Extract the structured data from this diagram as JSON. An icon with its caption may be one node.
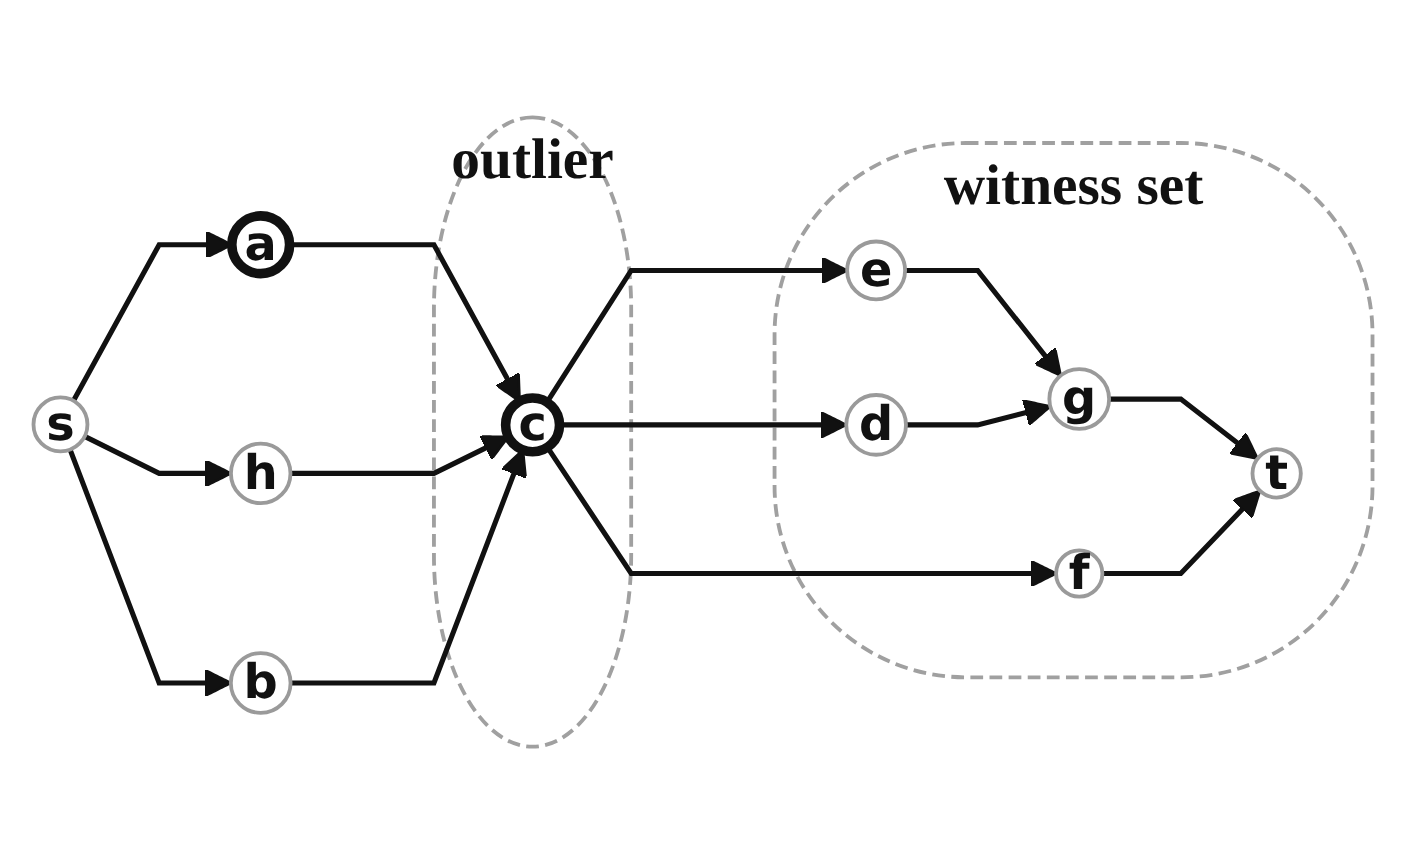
{
  "diagram": {
    "nodes": [
      {
        "text": [
          "s"
        ]
      },
      {
        "text": [
          "a"
        ]
      },
      {
        "text": [
          "h"
        ]
      },
      {
        "text": [
          "b"
        ]
      },
      {
        "text": [
          "outlier"
        ]
      },
      {
        "text": [
          "c"
        ],
        "in": 4
      },
      {
        "text": [
          "witness set"
        ]
      },
      {
        "text": [
          "e"
        ],
        "in": 6
      },
      {
        "text": [
          "d"
        ],
        "in": 6
      },
      {
        "text": [
          "g"
        ],
        "in": 6
      },
      {
        "text": [
          "f"
        ],
        "in": 6
      },
      {
        "text": [
          "t"
        ],
        "in": 6
      }
    ],
    "edges": [
      {
        "from": 0,
        "to": 1,
        "arrow": "to"
      },
      {
        "from": 0,
        "to": 2,
        "arrow": "to"
      },
      {
        "from": 0,
        "to": 3,
        "arrow": "to"
      },
      {
        "from": 1,
        "to": 5,
        "arrow": "to"
      },
      {
        "from": 2,
        "to": 5,
        "arrow": "to"
      },
      {
        "from": 3,
        "to": 5,
        "arrow": "to"
      },
      {
        "from": 5,
        "to": 7,
        "arrow": "to"
      },
      {
        "from": 5,
        "to": 8,
        "arrow": "to"
      },
      {
        "from": 5,
        "to": 10,
        "arrow": "to"
      },
      {
        "from": 7,
        "to": 9,
        "arrow": "to"
      },
      {
        "from": 8,
        "to": 9,
        "arrow": "to"
      },
      {
        "from": 9,
        "to": 11,
        "arrow": "to"
      },
      {
        "from": 10,
        "to": 11,
        "arrow": "to"
      }
    ]
  }
}
